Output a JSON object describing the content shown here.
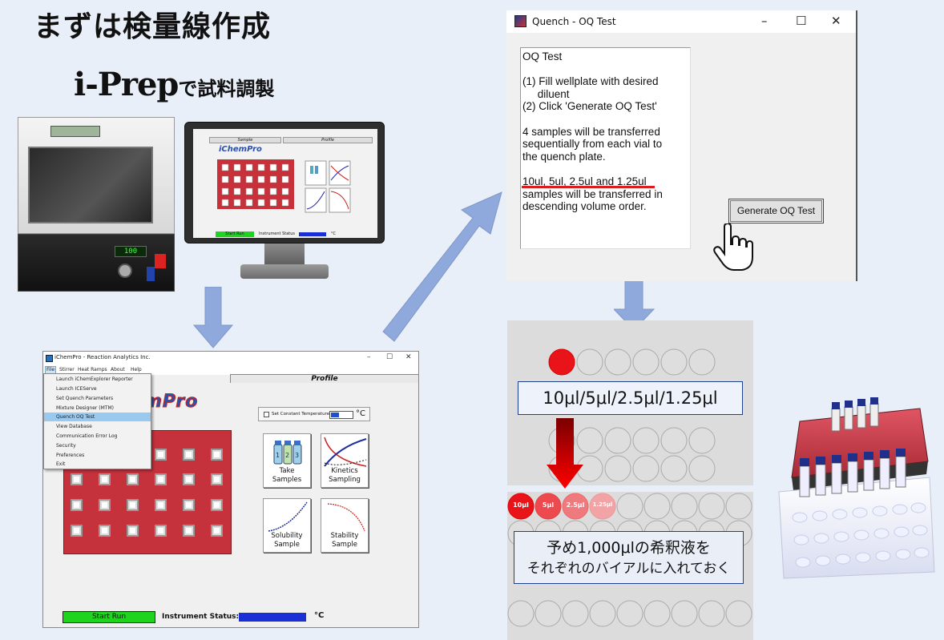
{
  "slide_title": "まずは検量線作成",
  "iprep": {
    "logo": "i-Prep",
    "subtitle": "で試料調製"
  },
  "instrument": {
    "led_value": "100"
  },
  "monitor": {
    "tab_sample": "Sample",
    "tab_profile": "Profile",
    "logo": "iChemPro",
    "start_run": "Start Run",
    "status_label": "Instrument Status",
    "unit": "°C"
  },
  "main_window": {
    "title": "iChemPro - Reaction Analytics Inc.",
    "menu": [
      "File",
      "Stirrer",
      "Heat Ramps",
      "About",
      "Help"
    ],
    "tab_profile": "Profile",
    "logo_fragment": "mPro",
    "set_constant_label": "Set Constant Temperature",
    "temp_unit": "°C",
    "buttons": [
      {
        "label_line1": "Take",
        "label_line2": "Samples",
        "icon": "vials-icon"
      },
      {
        "label_line1": "Kinetics",
        "label_line2": "Sampling",
        "icon": "kinetics-chart-icon"
      },
      {
        "label_line1": "Solubility",
        "label_line2": "Sample",
        "icon": "solubility-curve-icon"
      },
      {
        "label_line1": "Stability",
        "label_line2": "Sample",
        "icon": "stability-curve-icon"
      }
    ],
    "start_run": "Start Run",
    "instrument_status_label": "Instrument Status:",
    "temp_unit_status": "°C"
  },
  "file_menu": {
    "items": [
      "Launch iChemExplorer Reporter",
      "Launch ICEServe",
      "Set Quench Parameters",
      "Mixture Designer (MTM)",
      "Quench OQ Test",
      "View Database",
      "Communication Error Log",
      "Security",
      "Preferences",
      "Exit"
    ],
    "selected_index": 4
  },
  "oq_window": {
    "title": "Quench - OQ Test",
    "text_lines": [
      "OQ Test",
      "",
      "(1) Fill wellplate with desired",
      "     diluent",
      "(2) Click 'Generate OQ Test'",
      "",
      "4 samples will be transferred",
      "sequentially from each vial to",
      "the quench plate.",
      "",
      "10ul, 5ul, 2.5ul and 1.25ul",
      "samples will be transferred in",
      "descending volume order."
    ],
    "generate_button": "Generate OQ Test"
  },
  "plate_upper": {
    "volumes_label": "10μl/5μl/2.5μl/1.25μl"
  },
  "plate_lower": {
    "well_labels": [
      "10μl",
      "5μl",
      "2.5μl",
      "1.25μl"
    ],
    "note_line1": "予め1,000μlの希釈液を",
    "note_line2": "それぞれのバイアルに入れておく"
  },
  "colors": {
    "arrow_blue": "#8fa9dc",
    "arrow_red": "#d40000",
    "panel_red": "#c5323c",
    "well_red": "#e8141a",
    "start_green": "#1ed41e",
    "status_blue": "#1a2fd6"
  }
}
